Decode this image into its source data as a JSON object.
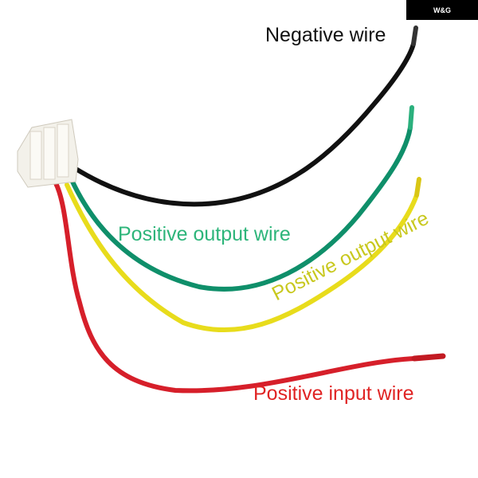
{
  "logo": {
    "text": "W&G"
  },
  "labels": {
    "negative": "Negative wire",
    "positive_output_green": "Positive output wire",
    "positive_output_yellow": "Positive output wire",
    "positive_input": "Positive input wire"
  },
  "colors": {
    "black_wire": "#111111",
    "green_wire": "#0f8f6a",
    "yellow_wire": "#e8dc1c",
    "red_wire": "#d61f2a",
    "green_text": "#2db57a",
    "yellow_text": "#c8c81e",
    "red_text": "#e02424"
  }
}
